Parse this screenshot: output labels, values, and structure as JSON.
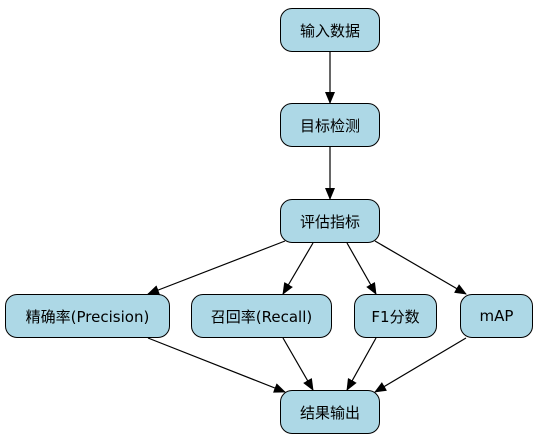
{
  "colors": {
    "node_fill": "#add8e6",
    "node_border": "#000000",
    "edge": "#000000",
    "background": "#ffffff"
  },
  "nodes": {
    "input": {
      "label": "输入数据"
    },
    "detect": {
      "label": "目标检测"
    },
    "eval": {
      "label": "评估指标"
    },
    "precision": {
      "label": "精确率(Precision)"
    },
    "recall": {
      "label": "召回率(Recall)"
    },
    "f1": {
      "label": "F1分数"
    },
    "map": {
      "label": "mAP"
    },
    "output": {
      "label": "结果输出"
    }
  },
  "edges": [
    {
      "from": "input",
      "to": "detect"
    },
    {
      "from": "detect",
      "to": "eval"
    },
    {
      "from": "eval",
      "to": "precision"
    },
    {
      "from": "eval",
      "to": "recall"
    },
    {
      "from": "eval",
      "to": "f1"
    },
    {
      "from": "eval",
      "to": "map"
    },
    {
      "from": "precision",
      "to": "output"
    },
    {
      "from": "recall",
      "to": "output"
    },
    {
      "from": "f1",
      "to": "output"
    },
    {
      "from": "map",
      "to": "output"
    }
  ]
}
